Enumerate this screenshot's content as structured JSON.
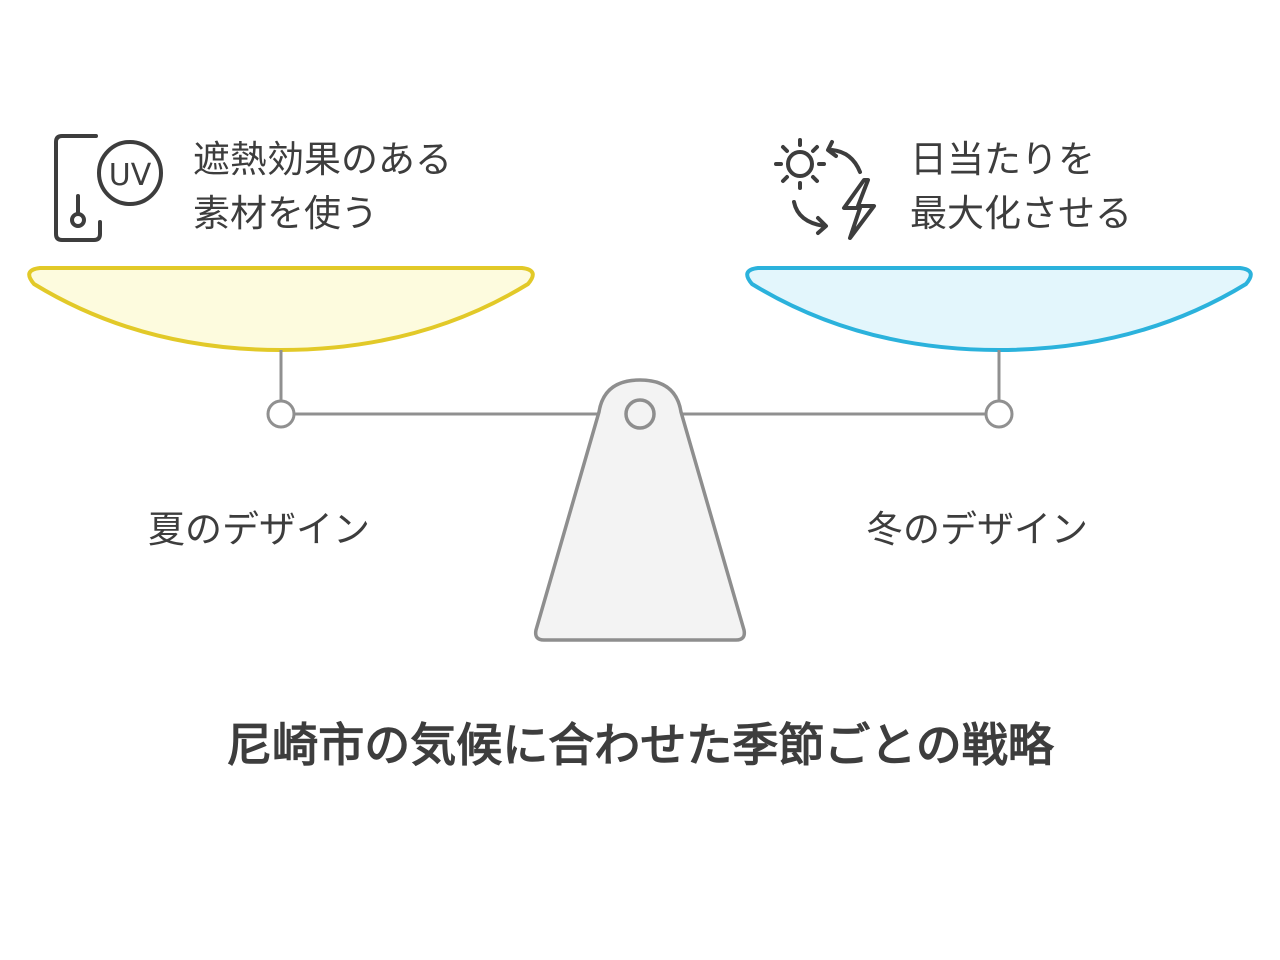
{
  "title": "尼崎市の気候に合わせた季節ごとの戦略",
  "left": {
    "label": "夏のデザイン",
    "caption_line1": "遮熱効果のある",
    "caption_line2": "素材を使う",
    "icon_text": "UV",
    "icon": "uv-phone-icon",
    "pan_fill": "#fdfbde",
    "pan_stroke": "#e2c928"
  },
  "right": {
    "label": "冬のデザイン",
    "caption_line1": "日当たりを",
    "caption_line2": "最大化させる",
    "icon": "sun-energy-icon",
    "pan_fill": "#e3f6fc",
    "pan_stroke": "#2bb2dc"
  },
  "colors": {
    "beam": "#909090",
    "fulcrum_fill": "#f3f3f3",
    "fulcrum_stroke": "#8e8e8e",
    "icon_stroke": "#3d3d3d"
  }
}
